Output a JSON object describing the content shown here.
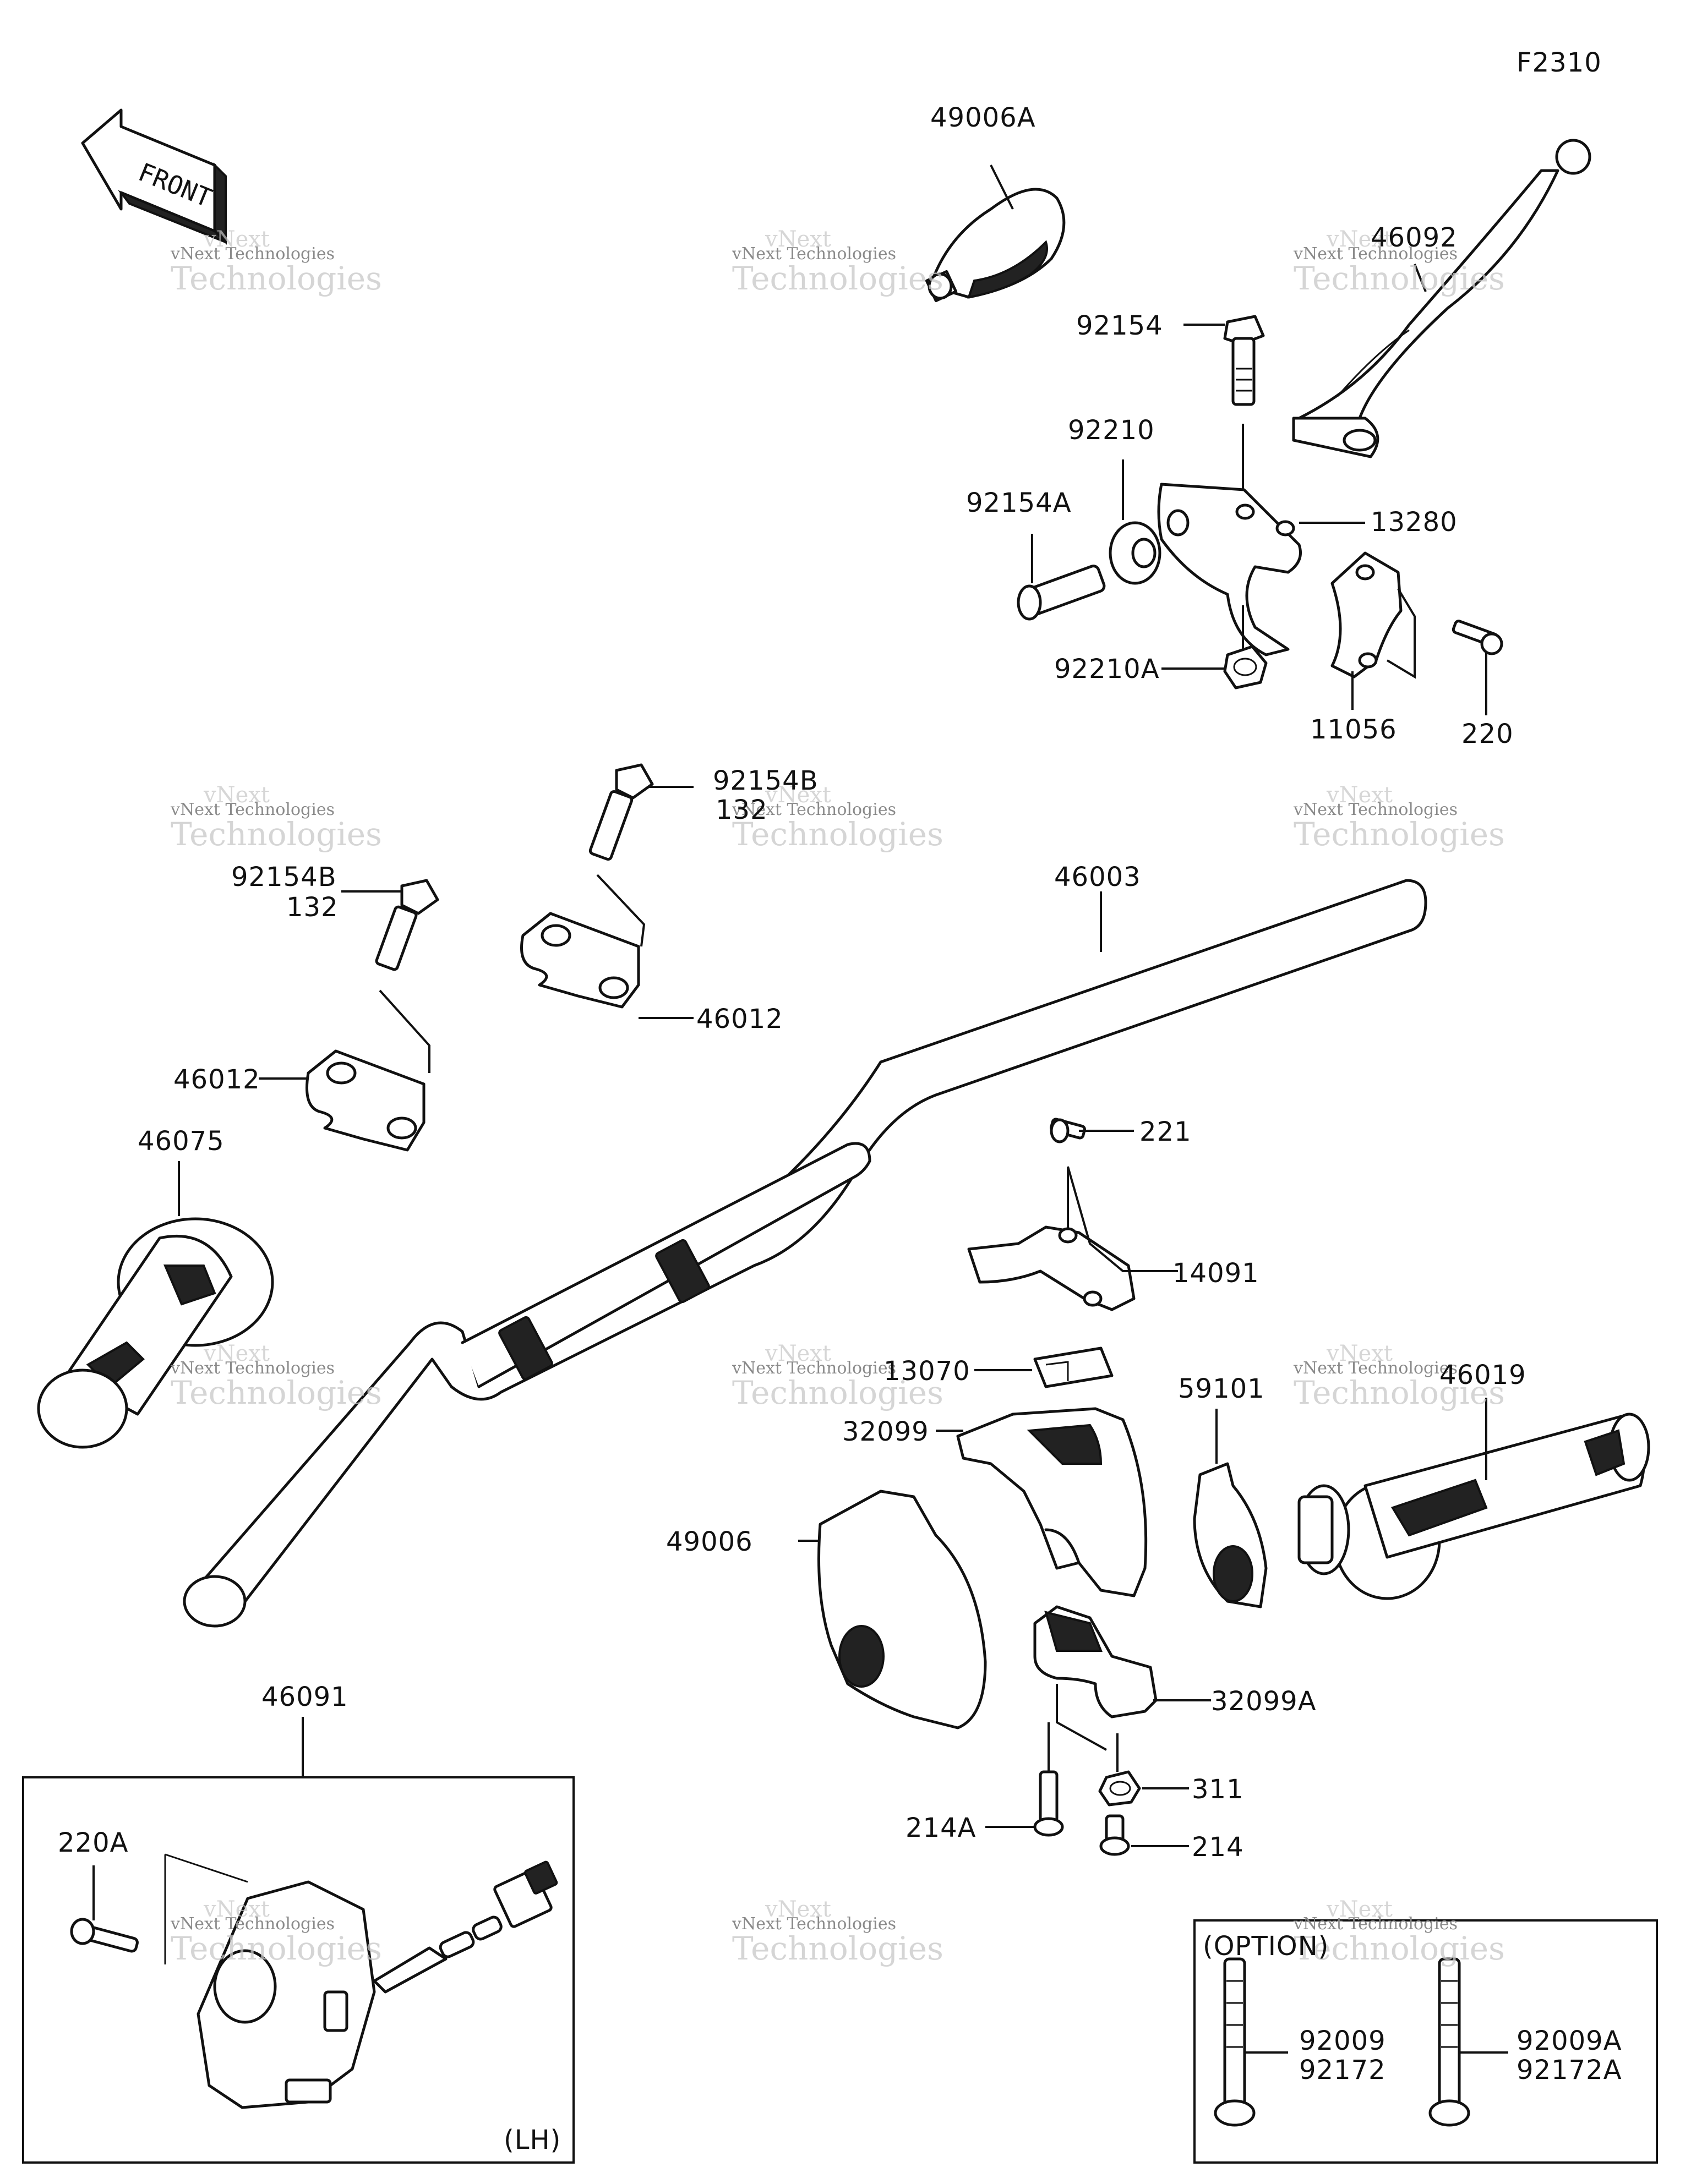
{
  "figure_code": "F2310",
  "front_indicator": "FRONT",
  "watermark": {
    "line1": "vNext",
    "line2": "vNext Technologies",
    "line3": "Technologies"
  },
  "labels": {
    "p49006A": "49006A",
    "p46092": "46092",
    "p92154": "92154",
    "p92210": "92210",
    "p92154A": "92154A",
    "p13280": "13280",
    "p92210A": "92210A",
    "p11056": "11056",
    "p220": "220",
    "p92154B_top": "92154B",
    "p132_top": "132",
    "p92154B_left": "92154B",
    "p132_left": "132",
    "p46003": "46003",
    "p46012_left": "46012",
    "p46012_right": "46012",
    "p46075": "46075",
    "p221": "221",
    "p14091": "14091",
    "p13070": "13070",
    "p32099": "32099",
    "p59101": "59101",
    "p46019": "46019",
    "p49006": "49006",
    "p32099A": "32099A",
    "p311": "311",
    "p214A": "214A",
    "p214": "214",
    "p46091": "46091",
    "p220A": "220A",
    "lh": "(LH)",
    "option_title": "(OPTION)",
    "p92009": "92009",
    "p92172": "92172",
    "p92009A": "92009A",
    "p92172A": "92172A"
  }
}
